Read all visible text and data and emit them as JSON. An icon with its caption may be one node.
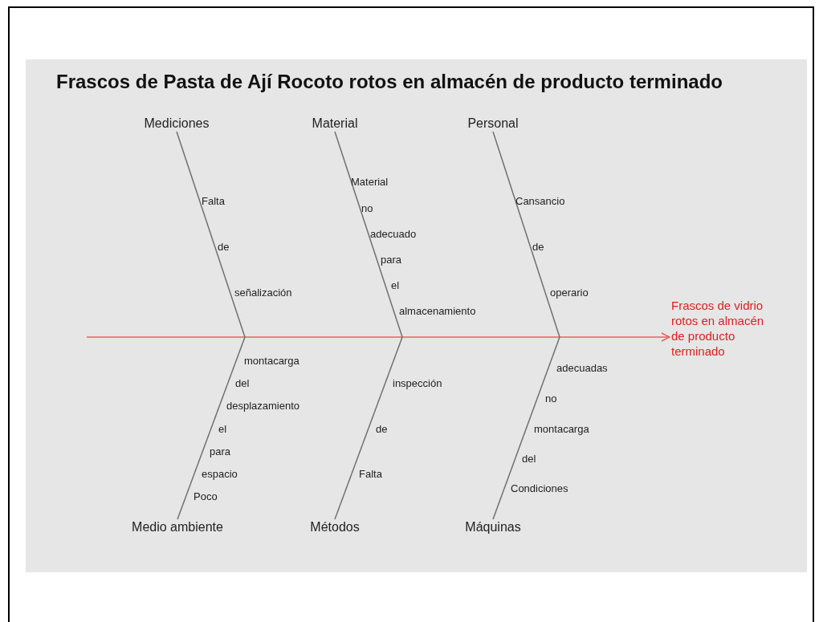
{
  "diagram": {
    "title": "Frascos de Pasta de Ají Rocoto rotos en almacén de producto terminado",
    "nodes": [
      {
        "text": [
          "Frascos de vidrio rotos en almacén de producto terminado"
        ]
      },
      {
        "text": [
          "Mediciones"
        ]
      },
      {
        "text": [
          "Material"
        ]
      },
      {
        "text": [
          "Personal"
        ]
      },
      {
        "text": [
          "Medio ambiente"
        ]
      },
      {
        "text": [
          "Métodos"
        ]
      },
      {
        "text": [
          "Máquinas"
        ]
      }
    ],
    "edges": [
      {
        "from": null,
        "to": 0,
        "arrow": "to",
        "color": "#e8605f"
      },
      {
        "from": 1,
        "to": null,
        "arrow": "none"
      },
      {
        "from": 2,
        "to": null,
        "arrow": "none"
      },
      {
        "from": 3,
        "to": null,
        "arrow": "none"
      },
      {
        "from": 4,
        "to": null,
        "arrow": "none"
      },
      {
        "from": 5,
        "to": null,
        "arrow": "none"
      },
      {
        "from": 6,
        "to": null,
        "arrow": "none"
      }
    ],
    "labels": [
      "Falta",
      "de",
      "señalización",
      "Material",
      "no",
      "adecuado",
      "para",
      "el",
      "almacenamiento",
      "Cansancio",
      "de",
      "operario",
      "montacarga",
      "del",
      "desplazamiento",
      "el",
      "para",
      "espacio",
      "Poco",
      "inspección",
      "de",
      "Falta",
      "adecuadas",
      "no",
      "montacarga",
      "del",
      "Condiciones"
    ]
  }
}
